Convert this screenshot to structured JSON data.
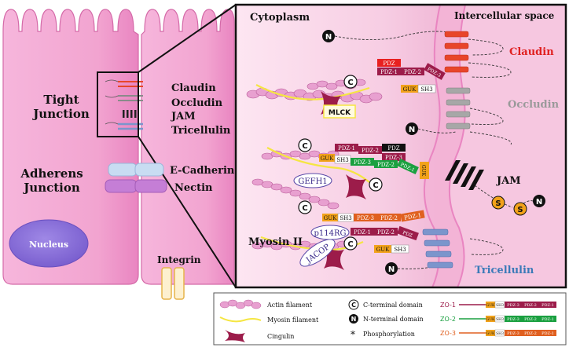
{
  "cell_labels": {
    "tight_junction_line1": "Tight",
    "tight_junction_line2": "Junction",
    "adherens_line1": "Adherens",
    "adherens_line2": "Junction",
    "nucleus": "Nucleus",
    "integrin": "Integrin"
  },
  "protein_list": [
    "Claudin",
    "Occludin",
    "JAM",
    "Tricellulin",
    "E-Cadherin",
    "Nectin"
  ],
  "zoom": {
    "cytoplasm": "Cytoplasm",
    "intercellular_space": "Intercellular space",
    "claudin": "Claudin",
    "occludin": "Occludin",
    "jam": "JAM",
    "tricellulin": "Tricellulin",
    "mlck": "MLCK",
    "gefh1": "GEFH1",
    "myosin2": "Myosin II",
    "p114rg": "p114RG",
    "jacop": "JACOP",
    "c_letter": "C",
    "n_letter": "N",
    "s_letter": "S",
    "pdz": "PDZ",
    "pdz1": "PDZ-1",
    "pdz2": "PDZ-2",
    "pdz3": "PDZ-3",
    "guk": "GUK",
    "sh3": "SH3"
  },
  "legend": {
    "actin": "Actin filament",
    "myosin": "Myosin filament",
    "cingulin": "Cingulin",
    "c_terminal": "C-terminal domain",
    "n_terminal": "N-terminal domain",
    "phospho_symbol": "*",
    "phospho": "Phosphorylation",
    "zo1": "ZO-1",
    "zo2": "ZO-2",
    "zo3": "ZO-3"
  },
  "colors": {
    "cell_fill": "#f2a9d3",
    "cell_dark": "#e87fc0",
    "claudin": "#e8452a",
    "claudin_text": "#e02020",
    "occludin": "#a7a7a7",
    "occludin_text": "#9a9a9a",
    "tricellulin": "#7b95cc",
    "tricellulin_text": "#3a7ab8",
    "pdz_red": "#e82020",
    "pdz_maroon": "#9c1c4a",
    "pdz_green": "#1aa040",
    "pdz_orange": "#e06020",
    "guk": "#f2a21a",
    "myosin_line": "#f5e642",
    "cingulin": "#9c1c4a",
    "nucleus": "#8c72d8"
  }
}
